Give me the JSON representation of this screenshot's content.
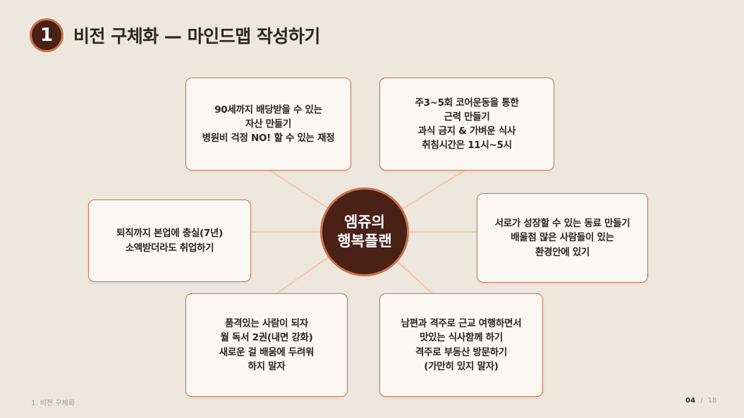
{
  "header": {
    "number": "1",
    "title": "비전 구체화 — 마인드맵 작성하기"
  },
  "center": {
    "line1": "엠쥬의",
    "line2": "행복플랜"
  },
  "cards": {
    "top_left": {
      "lines": [
        "90세까지 배당받을 수 있는",
        "자산 만들기",
        "병원비 걱정 NO! 할 수 있는 재정"
      ]
    },
    "top_right": {
      "lines": [
        "주3~5회 코어운동을 통한",
        "근력 만들기",
        "과식 금지 & 가벼운 식사",
        "취침시간은 11시~5시"
      ]
    },
    "mid_left": {
      "lines": [
        "퇴직까지 본업에 충실(7년)",
        "소액받더라도 취업하기"
      ]
    },
    "mid_right": {
      "lines": [
        "서로가 성장할 수 있는 동료 만들기",
        "배울점 많은 사람들이 있는",
        "환경안에 있기"
      ]
    },
    "bottom_left": {
      "lines": [
        "품격있는 사람이 되자",
        "월 독서 2권(내면 강화)",
        "새로운 걸 배움에 두려워",
        "하지 말자"
      ]
    },
    "bottom_right": {
      "lines": [
        "남편과 격주로 근교 여행하면서",
        "맛있는 식사함께 하기",
        "격주로 부동산 방문하기",
        "(가만히 있지 말자)"
      ]
    }
  },
  "footer": {
    "section": "1. 비전 구체화",
    "page": "04",
    "separator": "/",
    "total": "18"
  },
  "colors": {
    "background": "#ede7dd",
    "accent": "#c9734d",
    "dark": "#4a2117",
    "line": "#f0c6b1"
  }
}
